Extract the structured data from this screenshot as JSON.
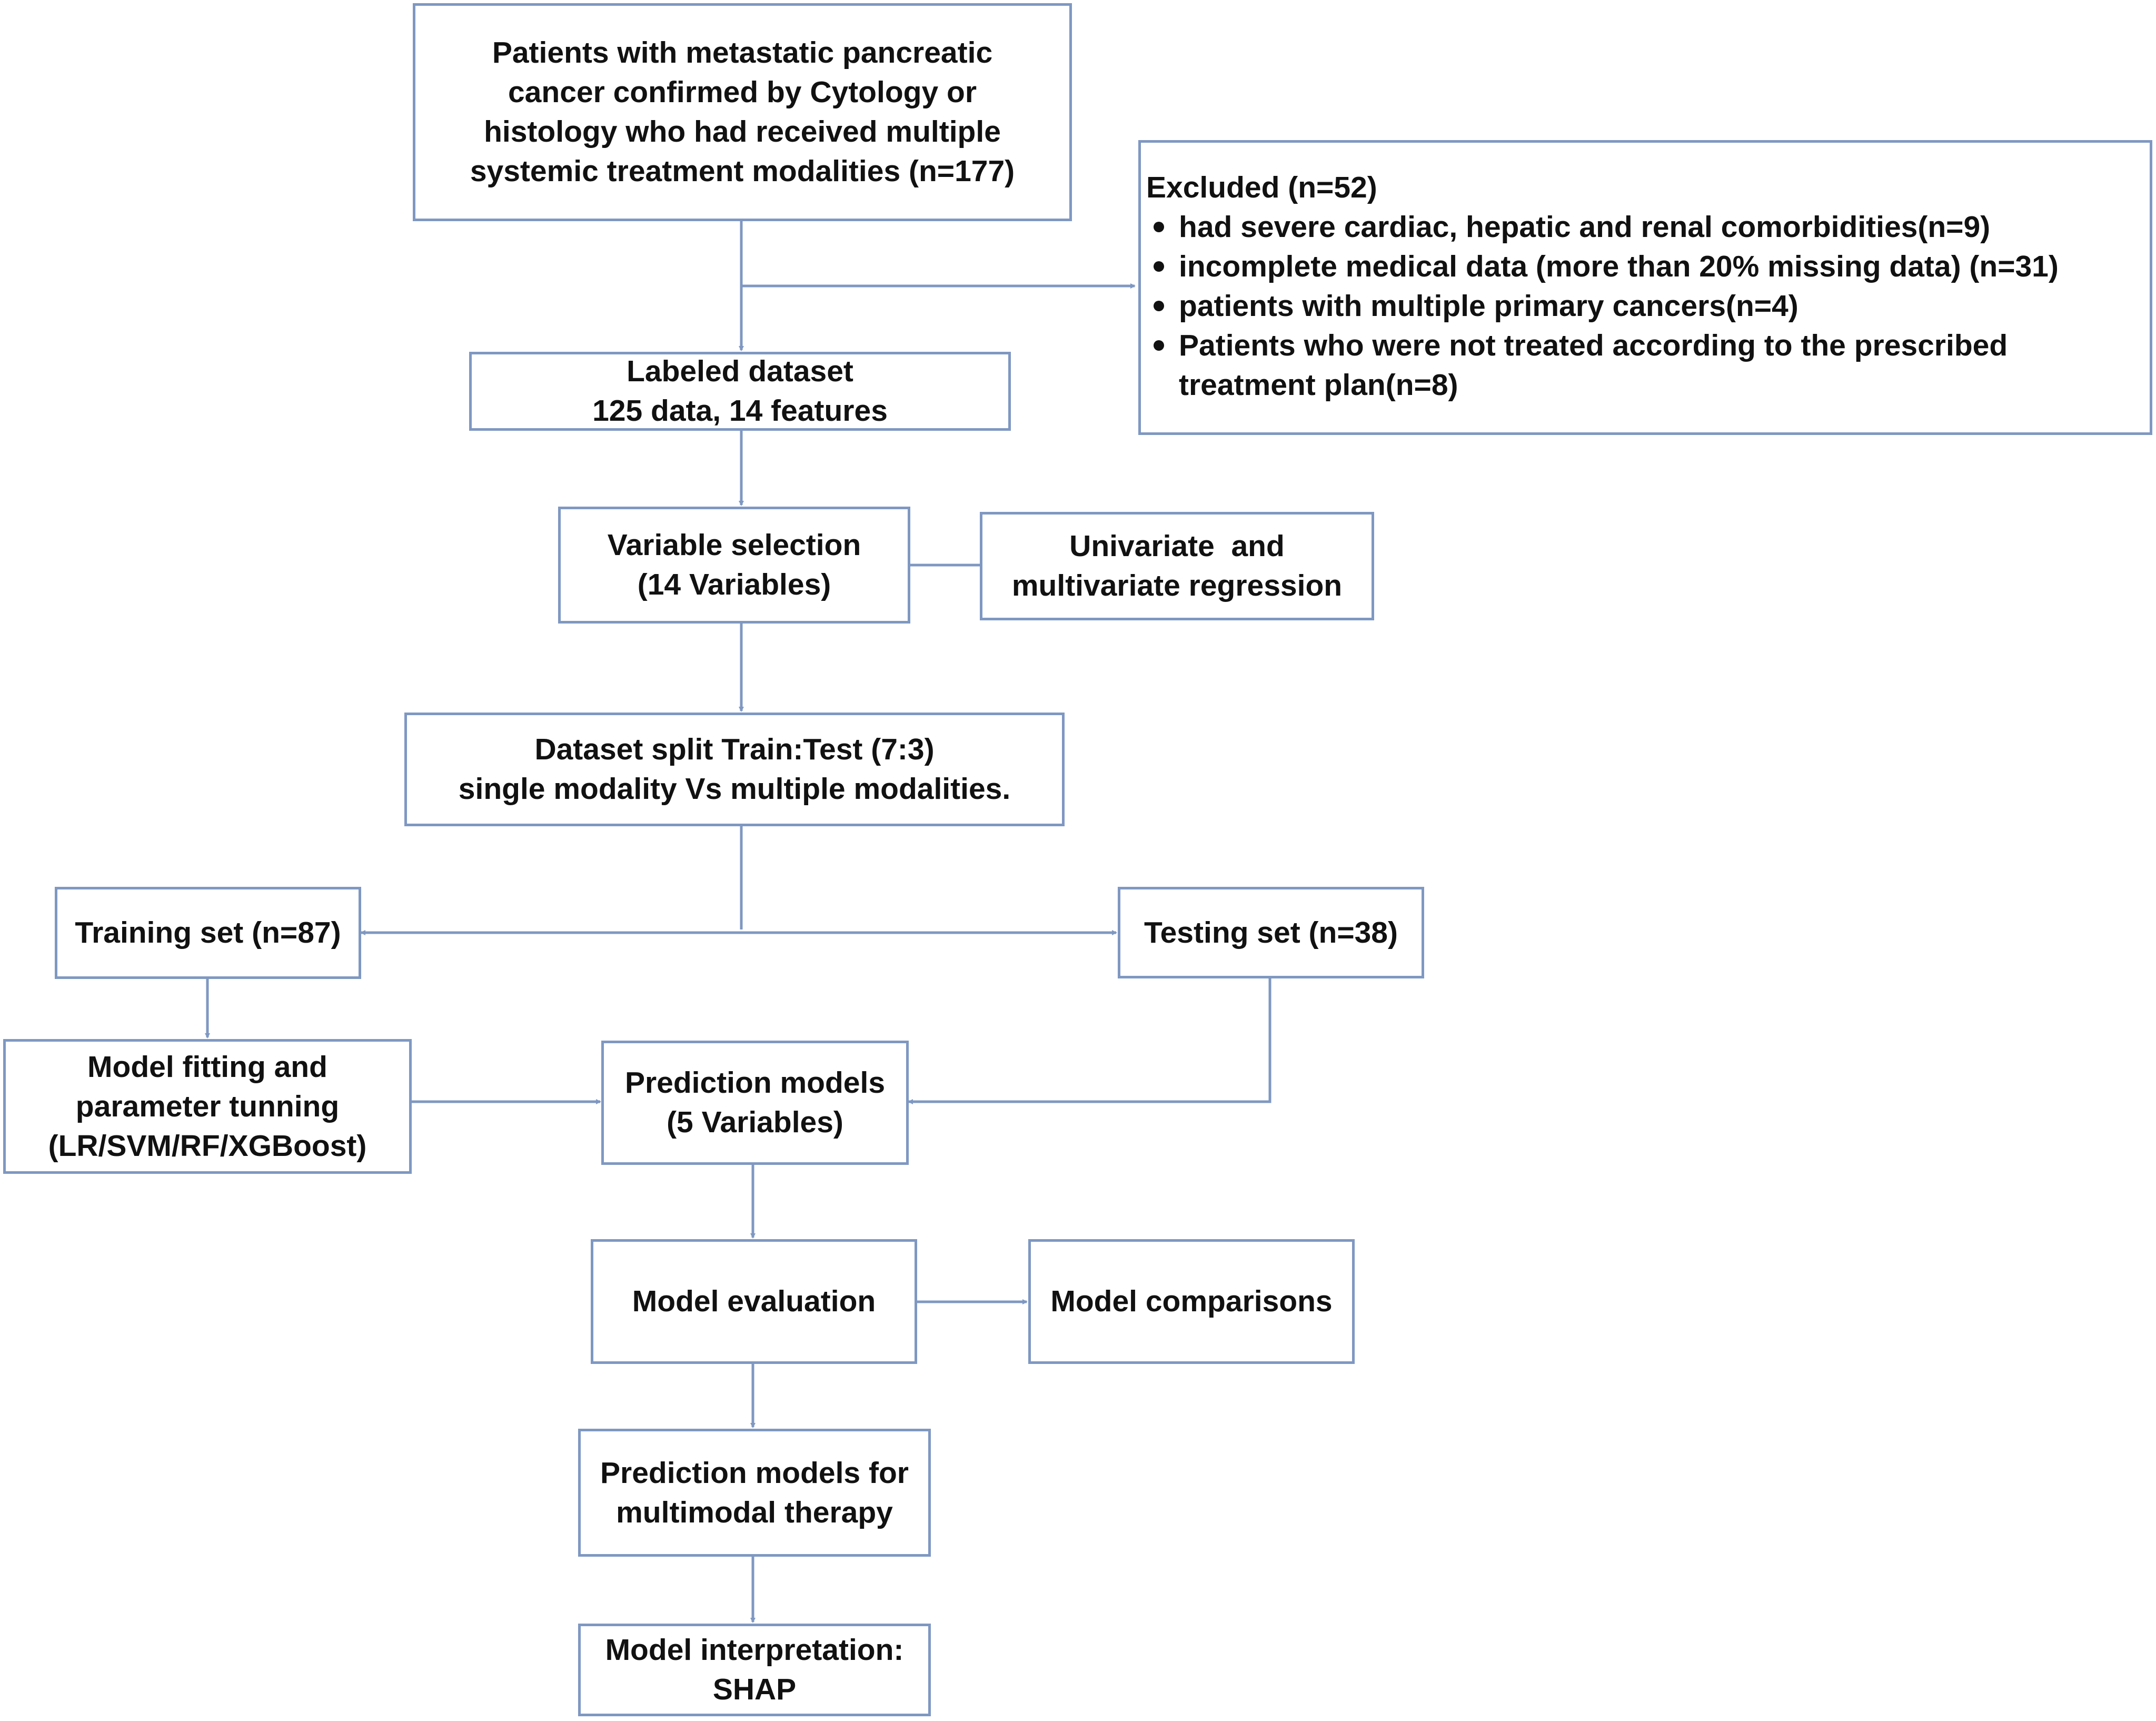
{
  "patients": [
    "Patients with metastatic pancreatic",
    "cancer confirmed by Cytology or",
    "histology who had received multiple",
    "systemic treatment modalities (n=177)"
  ],
  "excluded": {
    "title": "Excluded (n=52)",
    "items": [
      {
        "lines": [
          "had severe cardiac, hepatic and renal comorbidities(n=9)"
        ]
      },
      {
        "lines": [
          "incomplete medical data (more than 20% missing data) (n=31)"
        ]
      },
      {
        "lines": [
          "patients with multiple primary cancers(n=4)"
        ]
      },
      {
        "lines": [
          "Patients who were not treated according to the prescribed",
          "treatment plan(n=8)"
        ]
      }
    ]
  },
  "labeled": [
    "Labeled dataset",
    "125 data, 14 features"
  ],
  "variable_selection": [
    "Variable selection",
    "(14 Variables)"
  ],
  "regression": [
    "Univariate  and",
    "multivariate regression"
  ],
  "split": [
    "Dataset split Train:Test (7:3)",
    "single modality Vs multiple modalities."
  ],
  "training": "Training set (n=87)",
  "testing": "Testing set (n=38)",
  "fitting": [
    "Model fitting and",
    "parameter tunning",
    "(LR/SVM/RF/XGBoost)"
  ],
  "prediction": [
    "Prediction models",
    "(5 Variables)"
  ],
  "evaluation": "Model evaluation",
  "comparisons": "Model comparisons",
  "multimodal": [
    "Prediction models for",
    "multimodal therapy"
  ],
  "interpretation": [
    "Model interpretation:",
    "SHAP"
  ],
  "colors": {
    "border": "#7f98c2",
    "connector": "#7f98c2",
    "text": "#111111"
  }
}
